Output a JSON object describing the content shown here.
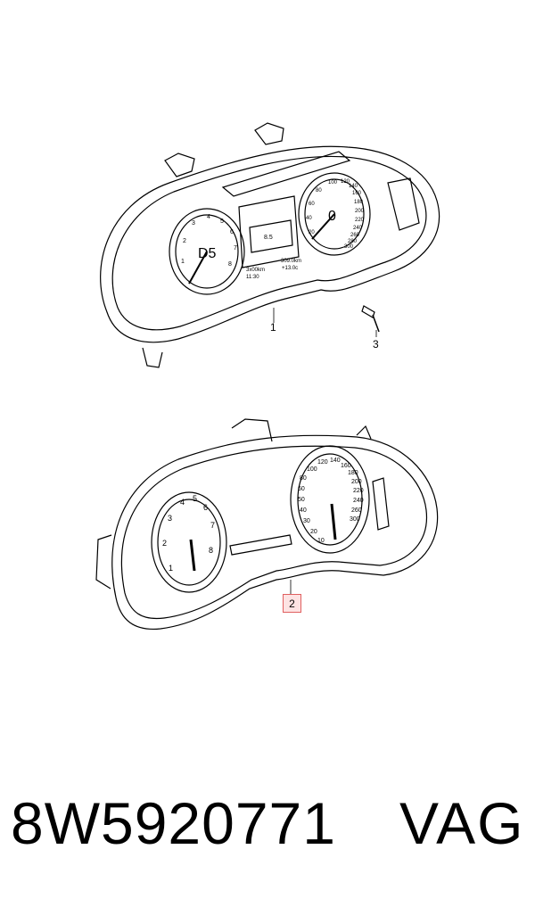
{
  "diagram": {
    "callouts": [
      "1",
      "3",
      "2"
    ],
    "top_cluster": {
      "left_gauge_center": "D5",
      "left_gauge_ticks": [
        "1",
        "2",
        "3",
        "4",
        "5",
        "6",
        "7",
        "8"
      ],
      "right_gauge_center": "0",
      "right_gauge_ticks": [
        "20",
        "40",
        "60",
        "80",
        "100",
        "120",
        "140",
        "160",
        "180",
        "200",
        "220",
        "240",
        "260",
        "280",
        "300"
      ],
      "display_lines": [
        "8.5",
        "3x00km",
        "11:30",
        "309.0km",
        "+13.0c"
      ]
    },
    "bottom_cluster": {
      "left_gauge_ticks": [
        "1",
        "2",
        "3",
        "4",
        "5",
        "6",
        "7",
        "8"
      ],
      "right_gauge_ticks": [
        "10",
        "20",
        "30",
        "40",
        "50",
        "60",
        "80",
        "100",
        "120",
        "140",
        "160",
        "180",
        "200",
        "220",
        "240",
        "260",
        "300"
      ]
    }
  },
  "footer": {
    "part_number": "8W5920771",
    "brand": "VAG"
  }
}
